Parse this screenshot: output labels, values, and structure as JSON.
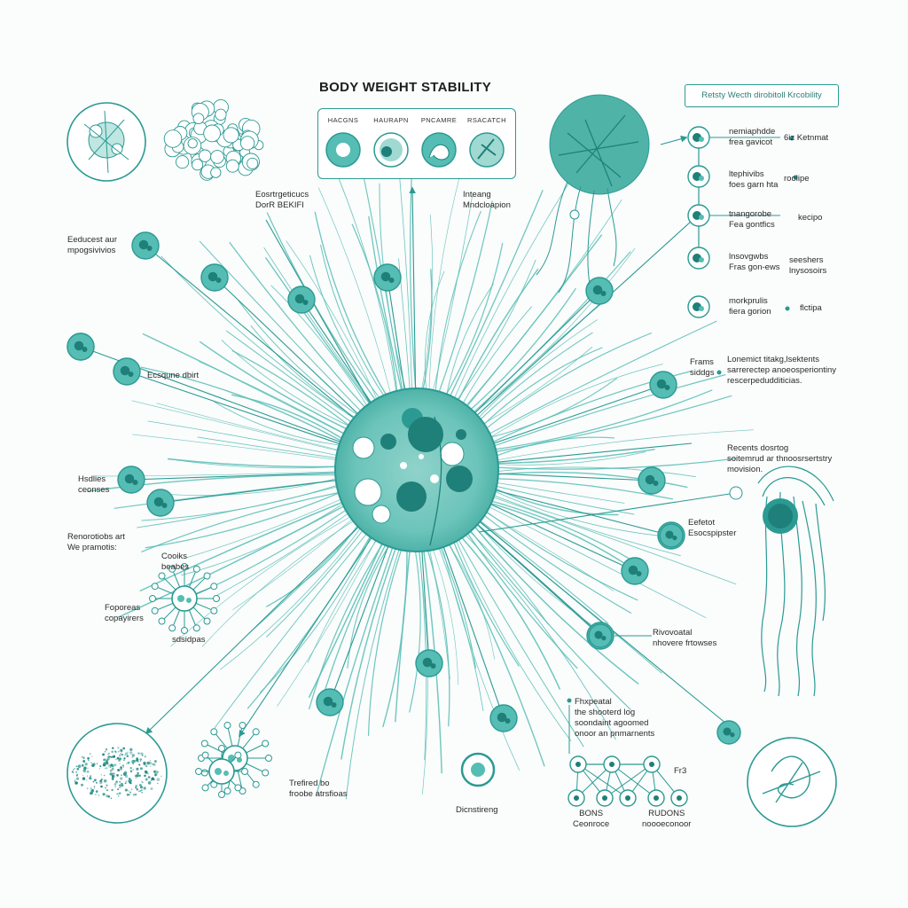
{
  "title": "BODY WEIGHT STABILITY",
  "top_panel": {
    "labels": [
      "HACGNS",
      "HAURAPN",
      "PNCAMRE",
      "RSACATCH"
    ]
  },
  "top_right_header": "Retsty Wecth dirobitoll Krcobility",
  "right_list": [
    {
      "lines": [
        "nemiaphdde",
        "frea gavicot"
      ],
      "tag": "6iz Ketnmat"
    },
    {
      "lines": [
        "ltephivibs",
        "foes garn hta"
      ],
      "tag": "roolipe"
    },
    {
      "lines": [
        "tnangorobe",
        "Fea gontfics"
      ],
      "tag": "kecipo"
    },
    {
      "lines": [
        "lnsovgwbs",
        "Fras gon-ews"
      ],
      "tag": "seeshers\nlnysosoirs"
    },
    {
      "lines": [
        "morkprulis",
        "fiera gorion"
      ],
      "tag": "flctipa"
    }
  ],
  "labels": {
    "top_left_caption": "Eosrtrgeticucs\nDorR BEKIFI",
    "top_mid_caption": "Inteang\nMndcloapion",
    "left_1": "Eeducest aur\nmpogsivivios",
    "left_2": "Ecsqune dbirt",
    "left_3": "Hsdlies\nceonses",
    "left_4": "Renorotiobs art\nWe pramotis:",
    "left_5a": "Cooiks\nbeabes",
    "left_5b": "Foporeas\ncopayirers",
    "left_5c": "sdsidpas",
    "bottom_left": "Trefired bo\nfroobe atrsfioas",
    "bottom_mid": "Dicnstireng",
    "bottom_center": "Fhxpeatal\nthe shooterd log\nsoondaint agoomed\nonoor an pnmarnents",
    "bottom_center_a": "BONS\nCeonroce",
    "bottom_center_b": "RUDONS\nnoooeconoor",
    "bottom_center_c": "Fr3",
    "right_1a": "Frams\nsiddgs",
    "right_1b": "Lonemict titakg,lsektents\nsarrerectep anoeosperiontiny\nrescerpedudditicias.",
    "right_2": "Recents dosrtog\nsoitemrud ar thnoosrsertstry\nmovision.",
    "right_3": "Eefetot\nEsocspipster",
    "right_4": "Rivovoatal\nnhovere frtowses"
  },
  "colors": {
    "teal": "#2b9a93",
    "teal_light": "#55bdb4",
    "teal_fill": "#9fd9d2",
    "teal_dark": "#1f7f79"
  }
}
